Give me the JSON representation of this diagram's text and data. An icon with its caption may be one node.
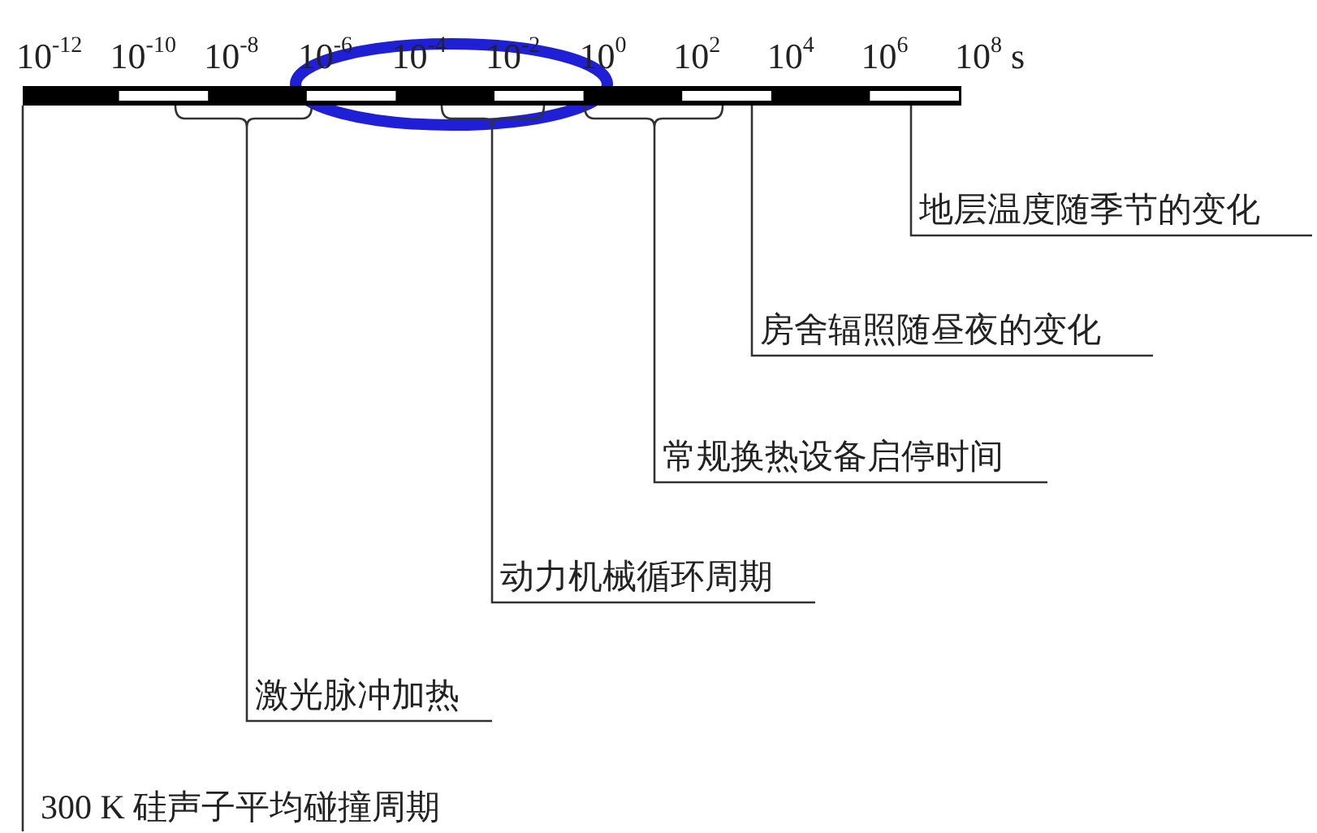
{
  "diagram": {
    "nodes": [
      {
        "text": [],
        "shape": "bar",
        "beside": [
          "10$^{-12}$",
          "10$^{-10}$",
          "10$^{-8}$",
          "10$^{-6}$",
          "10$^{-4}$",
          "10$^{-2}$",
          "10$^{0}$",
          "10$^{2}$",
          "10$^{4}$",
          "10$^{6}$",
          "10$^{8}$ s"
        ]
      },
      {
        "text": [
          "地层温度随季节的变化"
        ]
      },
      {
        "text": [
          "房舍辐照随昼夜的变化"
        ]
      },
      {
        "text": [
          "常规换热设备启停时间"
        ]
      },
      {
        "text": [
          "动力机械循环周期"
        ]
      },
      {
        "text": [
          "激光脉冲加热"
        ]
      },
      {
        "text": [
          "300 K 硅声子平均碰撞周期"
        ]
      }
    ],
    "edges": [
      {
        "from": 1,
        "to": 0,
        "arrow": "none"
      },
      {
        "from": 2,
        "to": 0,
        "arrow": "none"
      },
      {
        "from": 3,
        "to": 0,
        "arrow": "none"
      },
      {
        "from": 4,
        "to": 0,
        "arrow": "none"
      },
      {
        "from": 5,
        "to": 0,
        "arrow": "none"
      },
      {
        "from": 6,
        "to": 0,
        "arrow": "none"
      }
    ]
  }
}
